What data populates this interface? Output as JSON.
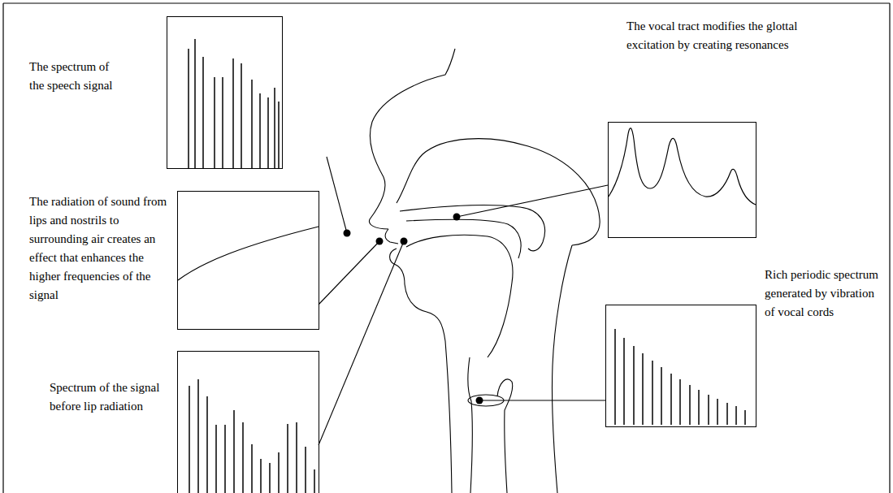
{
  "diagram": {
    "nodes": [
      {
        "text": [
          "The spectrum of the speech signal"
        ]
      },
      {
        "text": [
          "The vocal tract modifies the glottal excitation by creating resonances"
        ]
      },
      {
        "text": [
          "The radiation of sound from lips and nostrils to surrounding air creates an effect that enhances the higher frequencies of the signal"
        ]
      },
      {
        "text": [
          "Rich periodic spectrum generated by vibration of vocal cords"
        ]
      },
      {
        "text": [
          "Spectrum of the signal before lip radiation"
        ]
      }
    ]
  }
}
